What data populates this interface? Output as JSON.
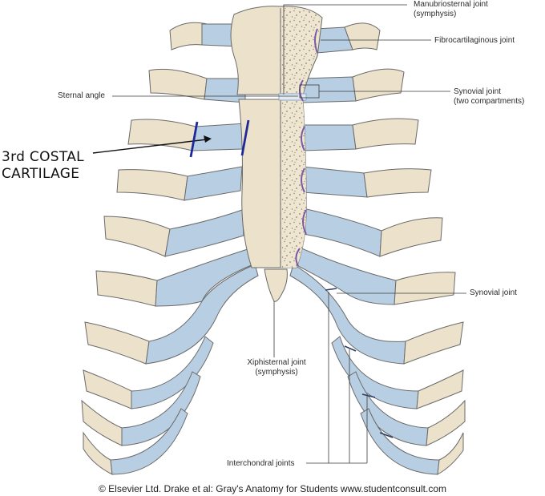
{
  "labels": {
    "manubriosternal_line1": "Manubriosternal joint",
    "manubriosternal_line2": "(symphysis)",
    "fibrocartilaginous": "Fibrocartilaginous joint",
    "sternal_angle": "Sternal angle",
    "synovial_two_line1": "Synovial joint",
    "synovial_two_line2": "(two compartments)",
    "synovial": "Synovial joint",
    "xiphisternal_line1": "Xiphisternal joint",
    "xiphisternal_line2": "(symphysis)",
    "interchondral": "Interchondral joints"
  },
  "annotation": {
    "line1": "3rd COSTAL",
    "line2": "CARTILAGE",
    "marker_color": "#1f2a9a"
  },
  "credit": "© Elsevier Ltd. Drake et al: Gray's Anatomy for Students www.studentconsult.com",
  "colors": {
    "bone": "#ece2cb",
    "cartilage": "#b8cfe3",
    "outline": "#6a6a6a",
    "joint_purple": "#7a5aa6"
  }
}
